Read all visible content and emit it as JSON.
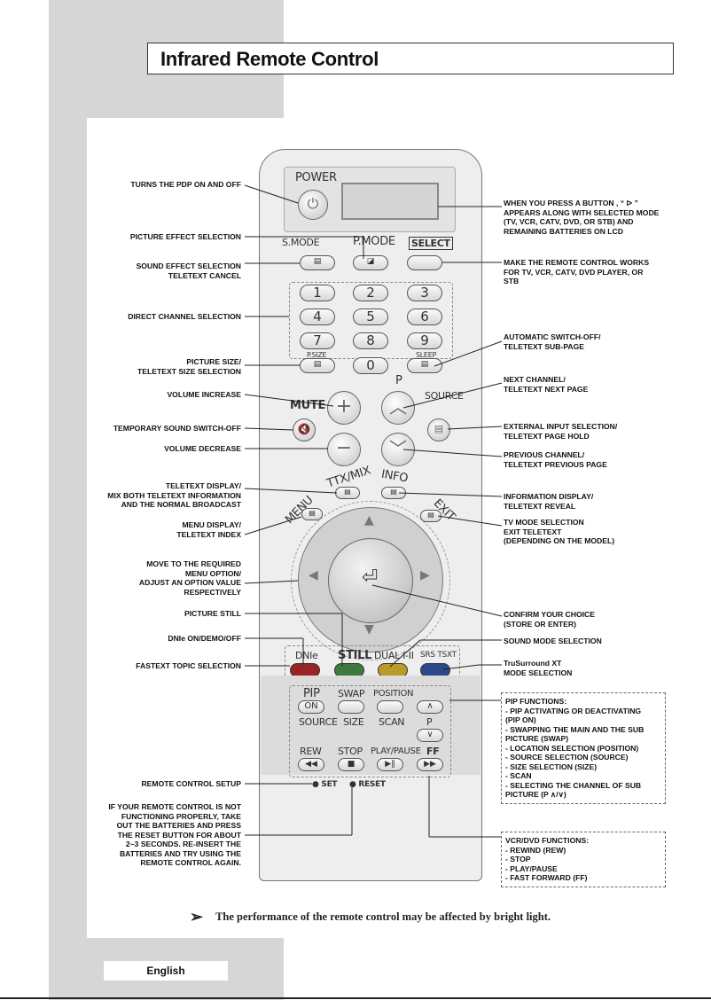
{
  "title": "Infrared Remote Control",
  "left_labels": [
    "TURNS THE PDP ON AND OFF",
    "PICTURE EFFECT SELECTION",
    "SOUND EFFECT SELECTION\nTELETEXT CANCEL",
    "DIRECT CHANNEL SELECTION",
    "PICTURE SIZE/\nTELETEXT SIZE SELECTION",
    "VOLUME INCREASE",
    "TEMPORARY SOUND SWITCH-OFF",
    "VOLUME DECREASE",
    "TELETEXT DISPLAY/\nMIX BOTH TELETEXT INFORMATION\nAND THE NORMAL BROADCAST",
    "MENU DISPLAY/\nTELETEXT INDEX",
    "MOVE TO THE REQUIRED\nMENU OPTION/\nADJUST AN OPTION VALUE\nRESPECTIVELY",
    "PICTURE STILL",
    "DNIe ON/DEMO/OFF",
    "FASTEXT TOPIC SELECTION",
    "REMOTE CONTROL SETUP",
    "IF YOUR REMOTE CONTROL IS NOT\nFUNCTIONING PROPERLY, TAKE\nOUT THE BATTERIES AND PRESS\nTHE RESET BUTTON FOR ABOUT\n2~3 SECONDS. RE-INSERT THE\nBATTERIES AND TRY  USING THE\nREMOTE CONTROL AGAIN."
  ],
  "right_labels": [
    "WHEN YOU PRESS A BUTTON , “ ᐅ ”\nAPPEARS ALONG WITH SELECTED MODE\n(TV, VCR, CATV, DVD, OR STB) AND\nREMAINING BATTERIES ON LCD",
    "MAKE THE REMOTE CONTROL WORKS\nFOR TV, VCR, CATV, DVD PLAYER, OR\nSTB",
    "AUTOMATIC SWITCH-OFF/\nTELETEXT SUB-PAGE",
    "NEXT CHANNEL/\nTELETEXT NEXT PAGE",
    "EXTERNAL INPUT SELECTION/\nTELETEXT PAGE HOLD",
    "PREVIOUS CHANNEL/\nTELETEXT PREVIOUS PAGE",
    "INFORMATION DISPLAY/\nTELETEXT REVEAL",
    "TV MODE SELECTION\nEXIT TELETEXT\n(DEPENDING ON THE MODEL)",
    "CONFIRM YOUR CHOICE\n(STORE OR ENTER)",
    "SOUND MODE SELECTION",
    "TruSurround XT\nMODE SELECTION"
  ],
  "pip_box": "PIP FUNCTIONS:\n- PIP ACTIVATING OR DEACTIVATING\n   (PIP ON)\n- SWAPPING THE MAIN AND THE SUB\n   PICTURE (SWAP)\n- LOCATION SELECTION (POSITION)\n- SOURCE SELECTION (SOURCE)\n- SIZE SELECTION (SIZE)\n- SCAN\n- SELECTING THE CHANNEL OF SUB\n   PICTURE (P ∧/∨)",
  "vcr_box": "VCR/DVD FUNCTIONS:\n- REWIND (REW)\n- STOP\n- PLAY/PAUSE\n- FAST FORWARD (FF)",
  "remote": {
    "power": "POWER",
    "smode": "S.MODE",
    "pmode": "P.MODE",
    "select": "SELECT",
    "digits": [
      "1",
      "2",
      "3",
      "4",
      "5",
      "6",
      "7",
      "8",
      "9",
      "0"
    ],
    "psize": "P.SIZE",
    "sleep": "SLEEP",
    "p": "P",
    "mute": "MUTE",
    "source": "SOURCE",
    "ttx": "TTX/MIX",
    "info": "INFO",
    "menu": "MENU",
    "exit": "EXIT",
    "dnie": "DNIe",
    "still": "STILL",
    "dual": "DUAL I-II",
    "srs": "SRS TSXT",
    "pip": "PIP",
    "on": "ON",
    "swap": "SWAP",
    "position": "POSITION",
    "source2": "SOURCE",
    "size": "SIZE",
    "scan": "SCAN",
    "p2": "P",
    "rew": "REW",
    "stop": "STOP",
    "play": "PLAY/PAUSE",
    "ff": "FF",
    "set": "SET",
    "reset": "RESET"
  },
  "footnote": "The performance of the remote control may be affected by bright light.",
  "language": "English"
}
